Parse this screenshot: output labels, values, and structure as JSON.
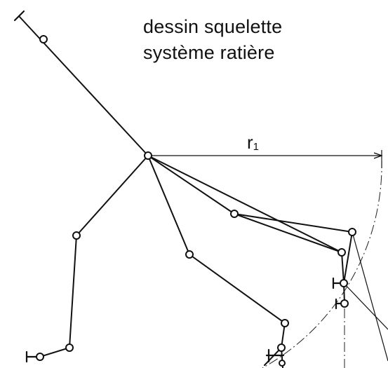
{
  "title": {
    "line1": "dessin squelette",
    "line2": "système ratière"
  },
  "radius_label": {
    "symbol": "r",
    "subscript": "1"
  },
  "colors": {
    "ink": "#111111",
    "background": "#ffffff"
  }
}
